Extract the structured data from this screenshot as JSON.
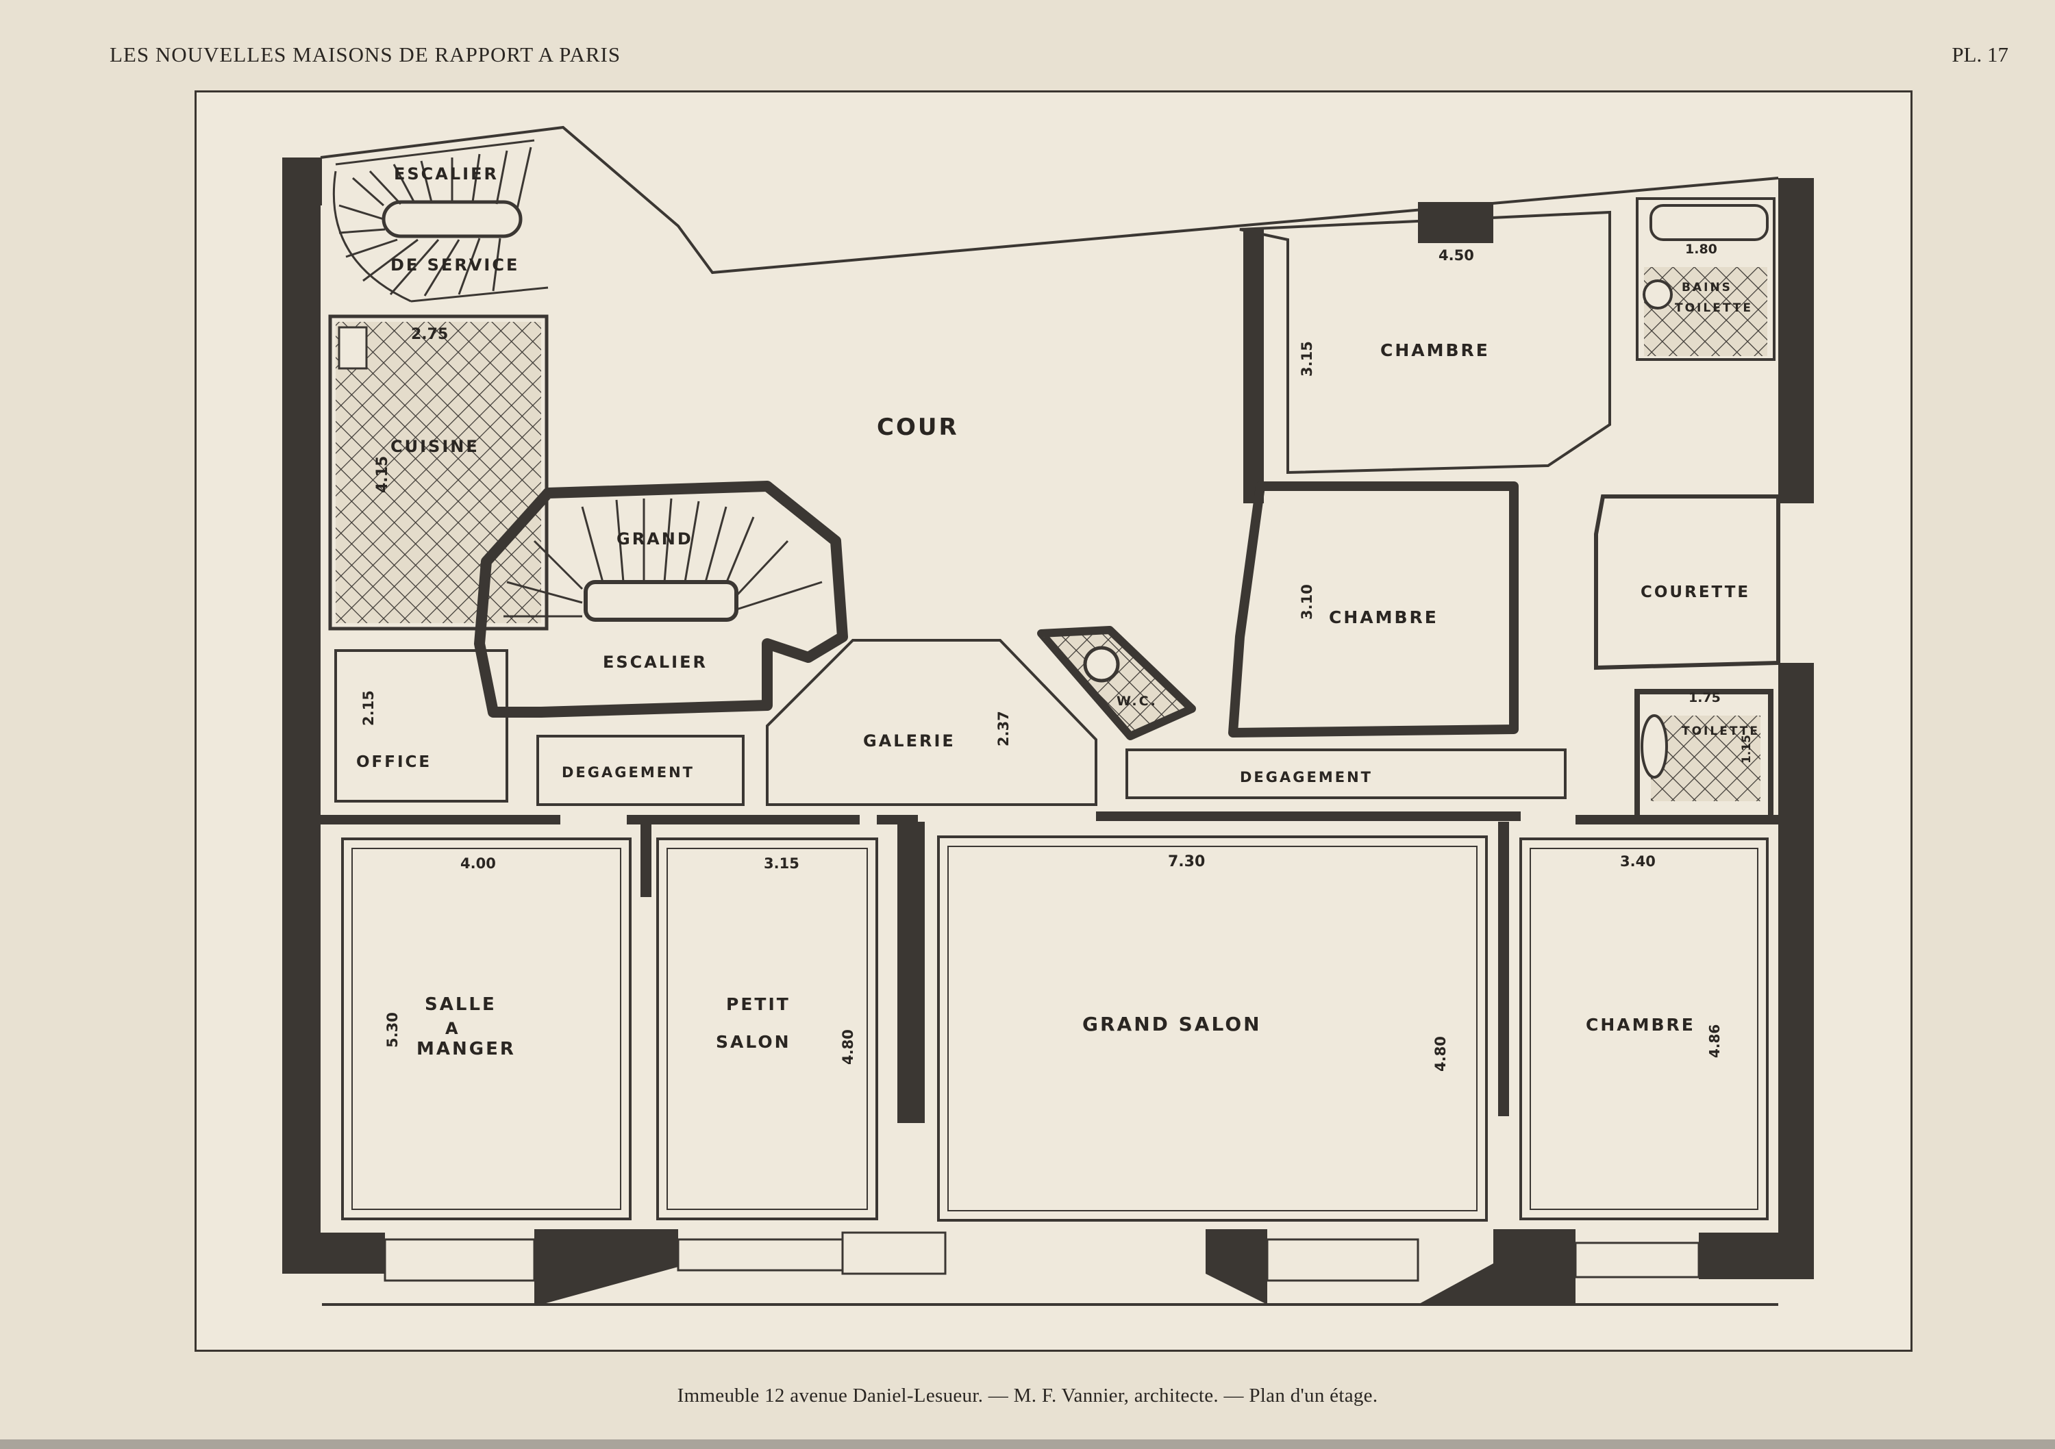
{
  "header": {
    "title": "LES NOUVELLES MAISONS DE RAPPORT A PARIS",
    "plate_number": "PL. 17"
  },
  "caption": "Immeuble 12 avenue Daniel-Lesueur. — M. F. Vannier, architecte. — Plan d'un étage.",
  "rooms": {
    "escalier_service_1": "ESCALIER",
    "escalier_service_2": "DE SERVICE",
    "cuisine": "CUISINE",
    "cour": "COUR",
    "chambre_top": "CHAMBRE",
    "bains_1": "BAINS",
    "bains_2": "TOILETTE",
    "grand_escalier_1": "GRAND",
    "grand_escalier_2": "ESCALIER",
    "chambre_middle": "CHAMBRE",
    "courette": "COURETTE",
    "office": "OFFICE",
    "wc": "W.C.",
    "galerie": "GALERIE",
    "toilette": "TOILETTE",
    "degagement_left": "DEGAGEMENT",
    "degagement_right": "DEGAGEMENT",
    "salle_1": "SALLE",
    "salle_2": "A",
    "salle_3": "MANGER",
    "petit_salon_1": "PETIT",
    "petit_salon_2": "SALON",
    "grand_salon": "GRAND SALON",
    "chambre_bottom": "CHAMBRE"
  },
  "dimensions": {
    "cuisine_w": "2.75",
    "cuisine_h": "4.15",
    "chambre_top_w": "4.50",
    "chambre_top_h": "3.15",
    "bains_w": "1.80",
    "chambre_middle_h": "3.10",
    "office_h": "2.15",
    "galerie_h": "2.37",
    "toilette_w": "1.75",
    "toilette_h": "1.15",
    "salle_w": "4.00",
    "salle_h": "5.30",
    "petit_salon_w": "3.15",
    "petit_salon_h": "4.80",
    "grand_salon_w": "7.30",
    "grand_salon_h": "4.80",
    "chambre_bottom_w": "3.40",
    "chambre_bottom_h": "4.86"
  },
  "colors": {
    "paper": "#e8e1d2",
    "plate": "#efe9dc",
    "wall": "#3b3733",
    "ink": "#2a2622"
  }
}
